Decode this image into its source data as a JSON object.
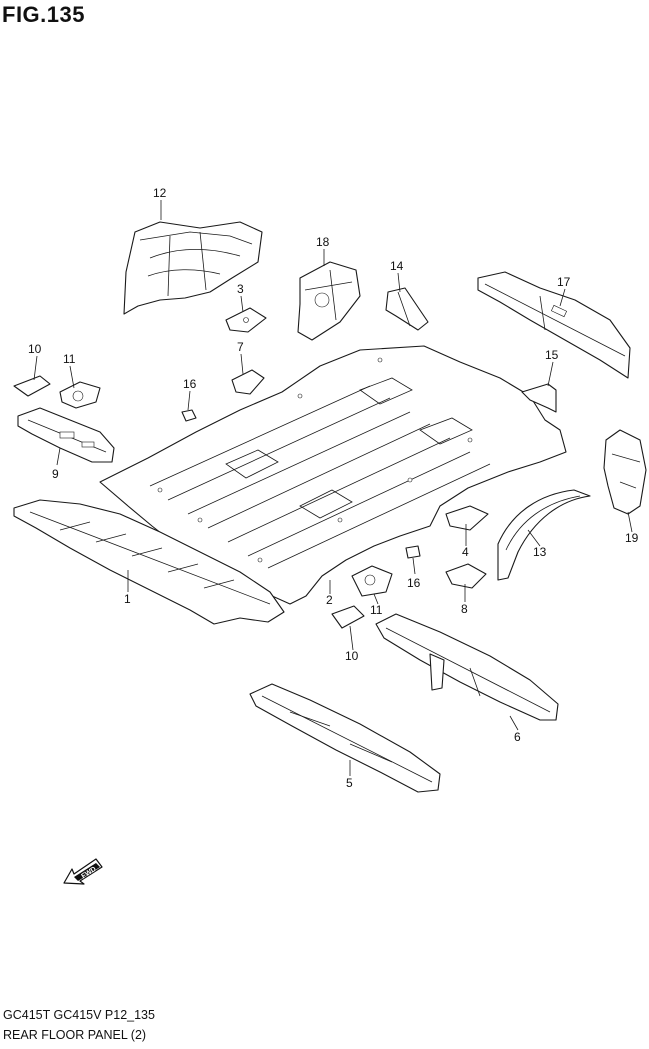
{
  "figure": {
    "title": "FIG.135"
  },
  "callouts": [
    {
      "id": "1",
      "label": "1"
    },
    {
      "id": "2",
      "label": "2"
    },
    {
      "id": "3",
      "label": "3"
    },
    {
      "id": "4",
      "label": "4"
    },
    {
      "id": "5",
      "label": "5"
    },
    {
      "id": "6",
      "label": "6"
    },
    {
      "id": "7",
      "label": "7"
    },
    {
      "id": "8",
      "label": "8"
    },
    {
      "id": "9",
      "label": "9"
    },
    {
      "id": "10a",
      "label": "10"
    },
    {
      "id": "10b",
      "label": "10"
    },
    {
      "id": "11a",
      "label": "11"
    },
    {
      "id": "11b",
      "label": "11"
    },
    {
      "id": "12",
      "label": "12"
    },
    {
      "id": "13",
      "label": "13"
    },
    {
      "id": "14",
      "label": "14"
    },
    {
      "id": "15",
      "label": "15"
    },
    {
      "id": "16a",
      "label": "16"
    },
    {
      "id": "16b",
      "label": "16"
    },
    {
      "id": "17",
      "label": "17"
    },
    {
      "id": "18",
      "label": "18"
    },
    {
      "id": "19",
      "label": "19"
    }
  ],
  "fwd_indicator": {
    "label": "FWD"
  },
  "footer": {
    "model_code": "GC415T GC415V P12_135",
    "caption": "REAR FLOOR PANEL (2)"
  }
}
